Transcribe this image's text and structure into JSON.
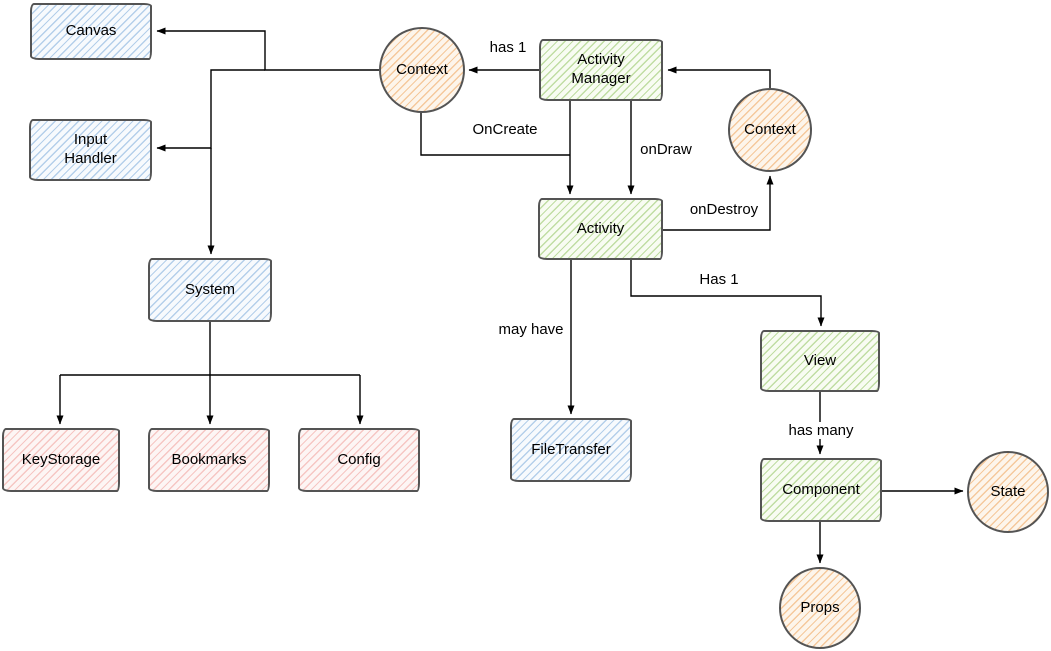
{
  "diagram": {
    "colors": {
      "blue_fill": "#dae8fc",
      "green_fill": "#d5e8d4",
      "pink_fill": "#f8cecc",
      "orange_fill": "#ffe6cc",
      "shape_stroke": "#545454",
      "edge_stroke": "#000000"
    },
    "nodes": [
      {
        "id": "canvas",
        "label": "Canvas",
        "shape": "rectangle",
        "color": "blue"
      },
      {
        "id": "input-handler",
        "label": "Input\nHandler",
        "shape": "rectangle",
        "color": "blue"
      },
      {
        "id": "system",
        "label": "System",
        "shape": "rectangle",
        "color": "blue"
      },
      {
        "id": "key-storage",
        "label": "KeyStorage",
        "shape": "rectangle",
        "color": "pink"
      },
      {
        "id": "bookmarks",
        "label": "Bookmarks",
        "shape": "rectangle",
        "color": "pink"
      },
      {
        "id": "config",
        "label": "Config",
        "shape": "rectangle",
        "color": "pink"
      },
      {
        "id": "context-left",
        "label": "Context",
        "shape": "circle",
        "color": "orange"
      },
      {
        "id": "activity-manager",
        "label": "Activity\nManager",
        "shape": "rectangle",
        "color": "green"
      },
      {
        "id": "context-right",
        "label": "Context",
        "shape": "circle",
        "color": "orange"
      },
      {
        "id": "activity",
        "label": "Activity",
        "shape": "rectangle",
        "color": "green"
      },
      {
        "id": "file-transfer",
        "label": "FileTransfer",
        "shape": "rectangle",
        "color": "blue"
      },
      {
        "id": "view",
        "label": "View",
        "shape": "rectangle",
        "color": "green"
      },
      {
        "id": "component",
        "label": "Component",
        "shape": "rectangle",
        "color": "green"
      },
      {
        "id": "state",
        "label": "State",
        "shape": "circle",
        "color": "orange"
      },
      {
        "id": "props",
        "label": "Props",
        "shape": "circle",
        "color": "orange"
      }
    ],
    "edges": [
      {
        "from": "context-left",
        "to": "canvas",
        "label": ""
      },
      {
        "from": "context-left",
        "to": "input-handler",
        "label": ""
      },
      {
        "from": "context-left",
        "to": "system",
        "label": ""
      },
      {
        "from": "activity-manager",
        "to": "context-left",
        "label": "has 1"
      },
      {
        "from": "context-left",
        "to": "activity",
        "label": "OnCreate"
      },
      {
        "from": "activity-manager",
        "to": "activity",
        "label": "onDraw"
      },
      {
        "from": "activity",
        "to": "context-right",
        "label": "onDestroy"
      },
      {
        "from": "context-right",
        "to": "activity-manager",
        "label": ""
      },
      {
        "from": "activity",
        "to": "view",
        "label": "Has 1"
      },
      {
        "from": "activity",
        "to": "file-transfer",
        "label": "may have"
      },
      {
        "from": "system",
        "to": "key-storage",
        "label": ""
      },
      {
        "from": "system",
        "to": "bookmarks",
        "label": ""
      },
      {
        "from": "system",
        "to": "config",
        "label": ""
      },
      {
        "from": "view",
        "to": "component",
        "label": "has many"
      },
      {
        "from": "component",
        "to": "state",
        "label": ""
      },
      {
        "from": "component",
        "to": "props",
        "label": ""
      }
    ]
  }
}
